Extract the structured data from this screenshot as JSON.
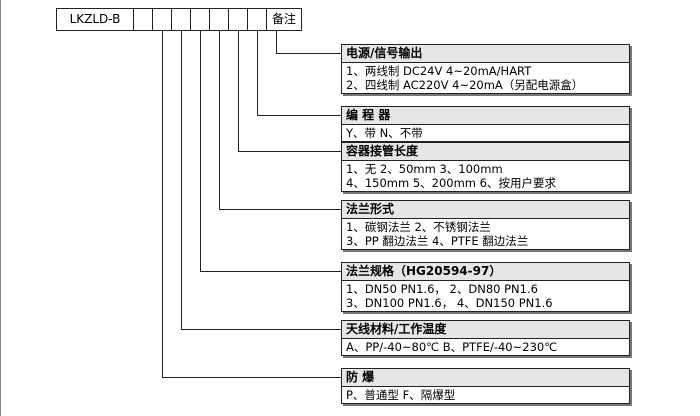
{
  "code": {
    "model": "LKZLD-B",
    "note": "备注"
  },
  "sections": [
    {
      "title": "电源/信号输出",
      "lines": [
        "1、两线制  DC24V 4~20mA/HART",
        "2、四线制 AC220V 4~20mA（另配电源盒）"
      ]
    },
    {
      "title": "编 程 器",
      "lines": [
        "Y、带    N、不带"
      ]
    },
    {
      "title": "容器接管长度",
      "lines": [
        "1、无          2、50mm    3、100mm",
        "4、150mm    5、200mm   6、按用户要求"
      ]
    },
    {
      "title": "法兰形式",
      "lines": [
        "1、碳钢法兰        2、不锈钢法兰",
        "3、PP 翻边法兰   4、PTFE 翻边法兰"
      ]
    },
    {
      "title": "法兰规格（HG20594-97）",
      "lines": [
        "1、DN50 PN1.6，    2、DN80 PN1.6",
        "3、DN100 PN1.6，  4、DN150 PN1.6"
      ]
    },
    {
      "title": "天线材料/工作温度",
      "lines": [
        "A、PP/-40~80℃    B、PTFE/-40~230℃"
      ]
    },
    {
      "title": "防    爆",
      "lines": [
        "P、普通型    F、隔爆型"
      ]
    }
  ]
}
